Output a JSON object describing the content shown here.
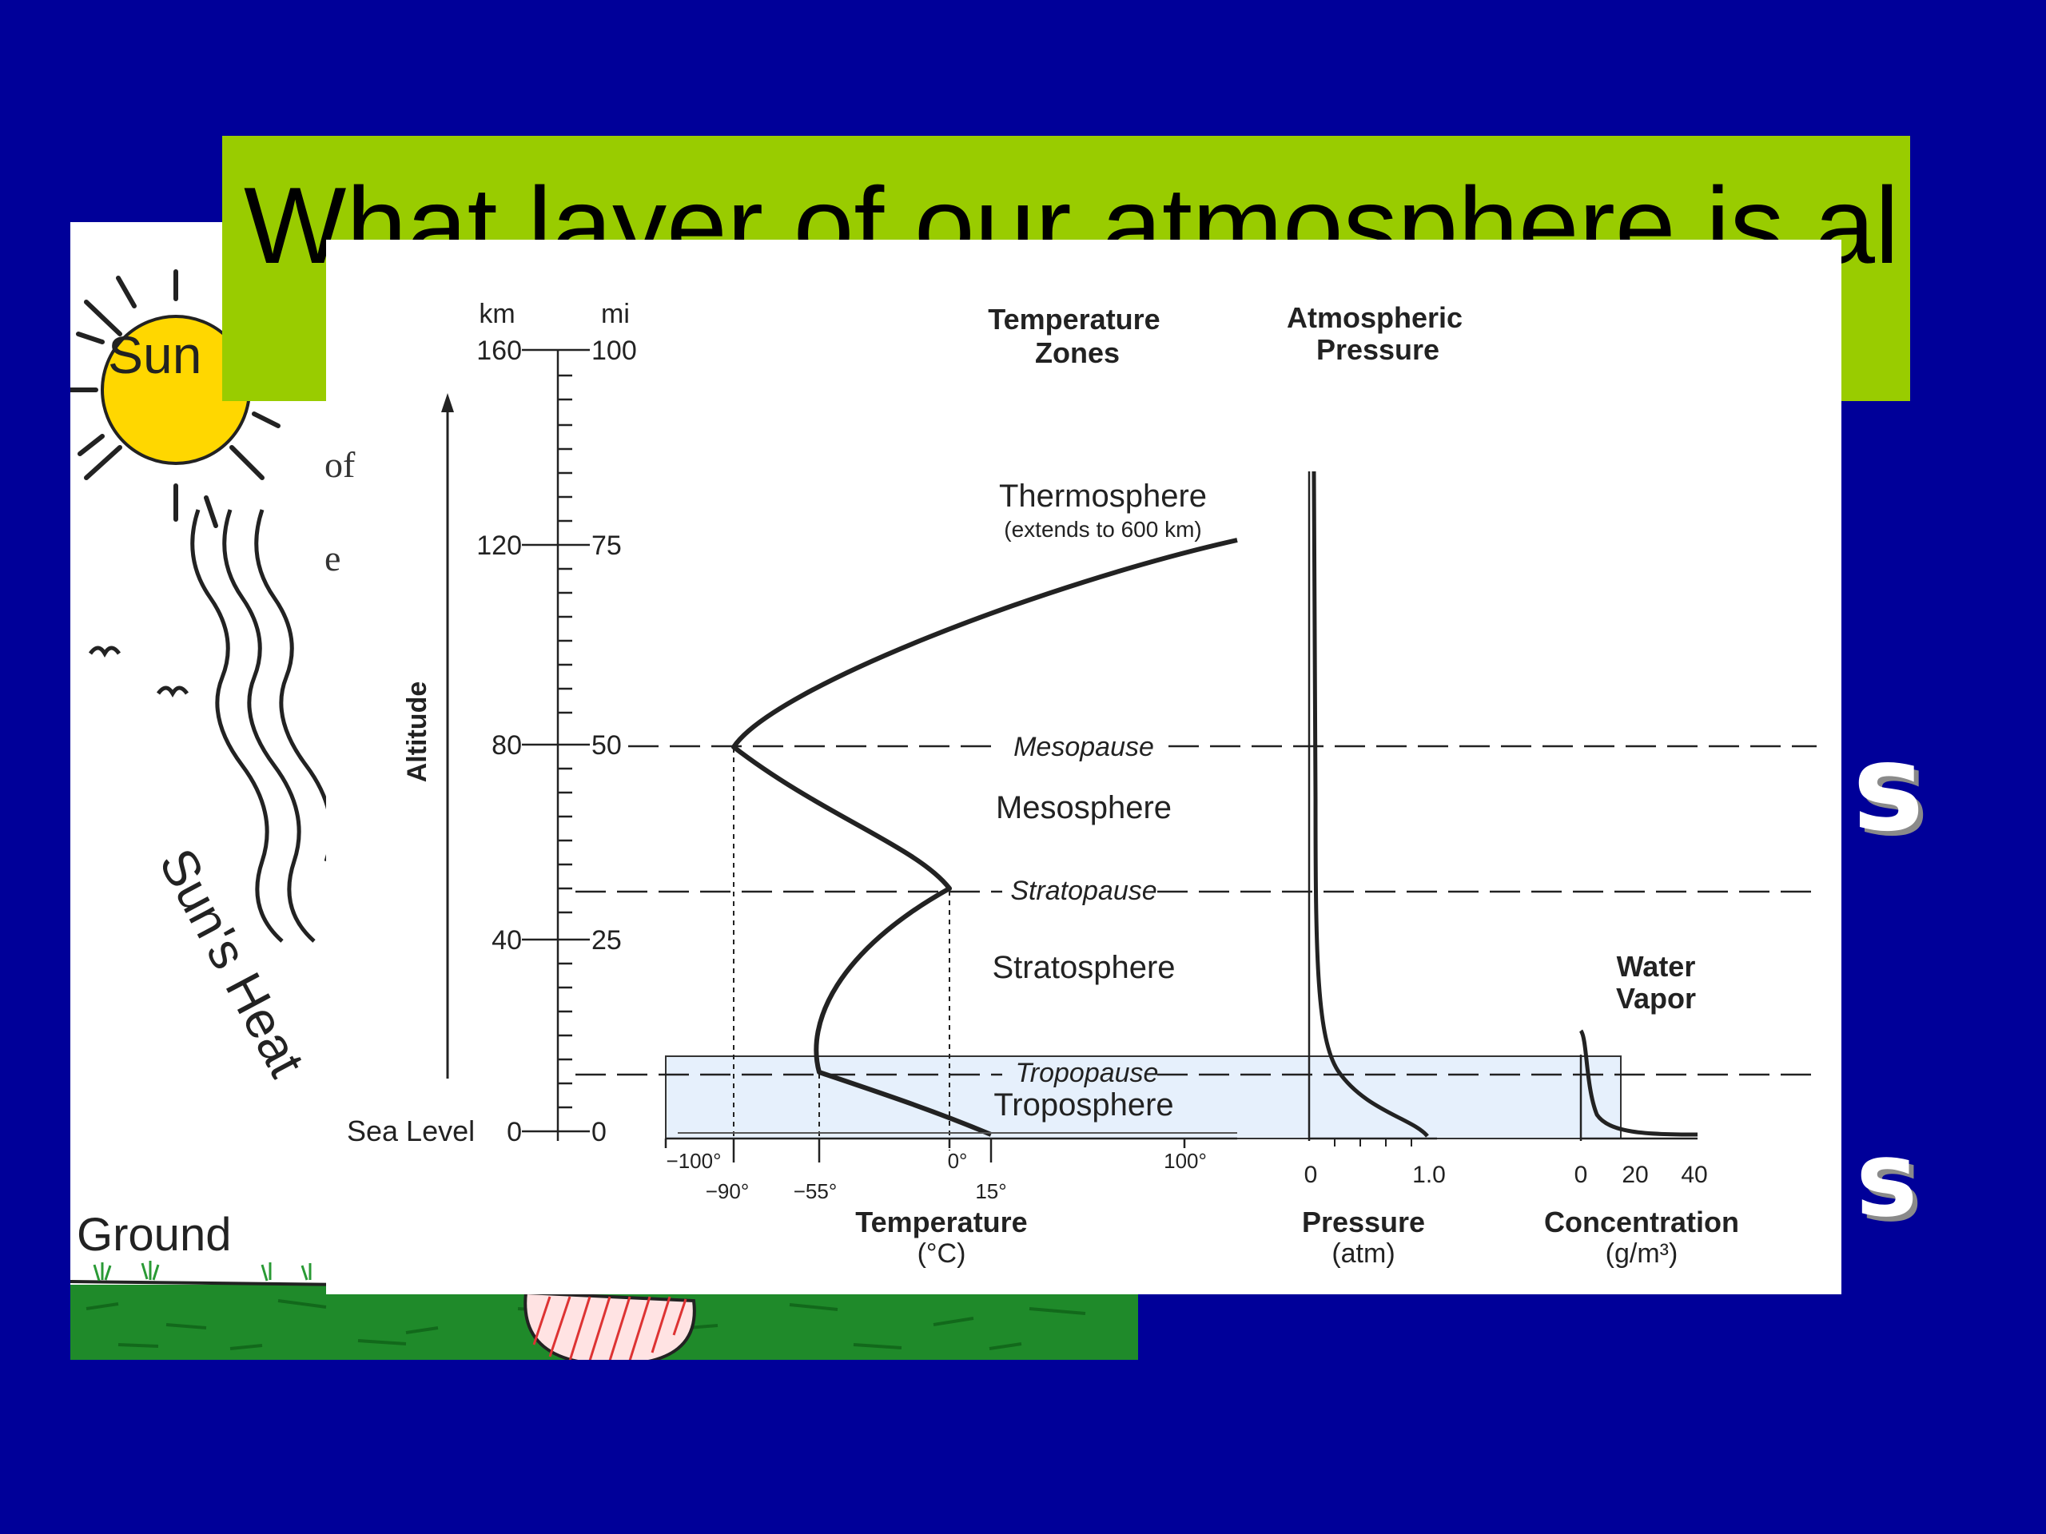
{
  "slide": {
    "title": "What layer of our atmosphere is all th",
    "side_letters": [
      "s",
      "s"
    ]
  },
  "background_illustration": {
    "sun_label": "Sun",
    "heat_label": "Sun's Heat",
    "ground_label": "Ground",
    "partial_text": [
      "of",
      "e"
    ]
  },
  "diagram": {
    "headers": {
      "km": "km",
      "mi": "mi",
      "temperature_zones": [
        "Temperature",
        "Zones"
      ],
      "atmospheric_pressure": [
        "Atmospheric",
        "Pressure"
      ],
      "water_vapor": [
        "Water",
        "Vapor"
      ]
    },
    "altitude_label": "Altitude",
    "sea_level_label": "Sea Level",
    "km_ticks": [
      "160",
      "120",
      "80",
      "40",
      "0"
    ],
    "mi_ticks": [
      "100",
      "75",
      "50",
      "25",
      "0"
    ],
    "zones": {
      "thermosphere": "Thermosphere",
      "thermosphere_note": "(extends to 600 km)",
      "mesopause": "Mesopause",
      "mesosphere": "Mesosphere",
      "stratopause": "Stratopause",
      "stratosphere": "Stratosphere",
      "tropopause": "Tropopause",
      "troposphere": "Troposphere"
    },
    "temperature_axis": {
      "ticks_upper": [
        "−100°",
        "0°",
        "100°"
      ],
      "ticks_lower": [
        "−90°",
        "−55°",
        "15°"
      ],
      "label": [
        "Temperature",
        "(°C)"
      ]
    },
    "pressure_axis": {
      "ticks": [
        "0",
        "1.0"
      ],
      "label": [
        "Pressure",
        "(atm)"
      ]
    },
    "concentration_axis": {
      "ticks": [
        "0",
        "20",
        "40"
      ],
      "label": [
        "Concentration",
        "(g/m³)"
      ]
    },
    "colors": {
      "troposphere_highlight": "#e6f0fc",
      "title_bar": "#99cc00",
      "background": "#000099"
    }
  }
}
